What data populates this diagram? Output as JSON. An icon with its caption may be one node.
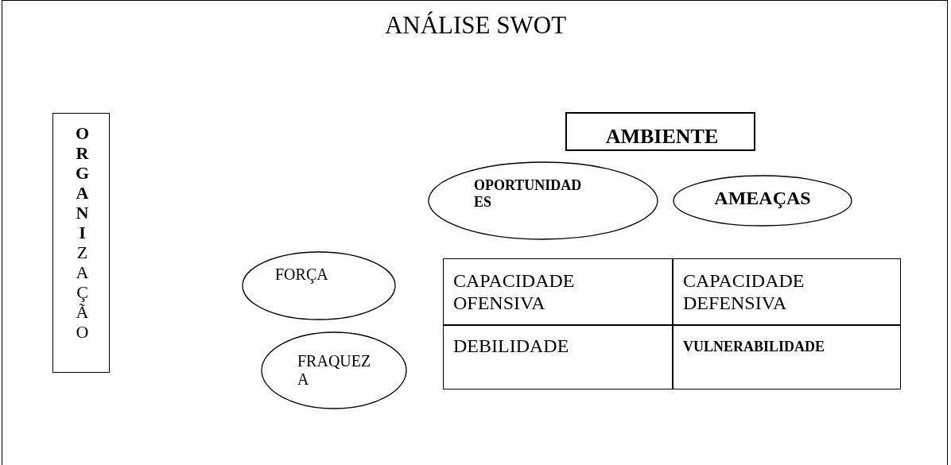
{
  "diagram": {
    "title": "ANÁLISE SWOT",
    "nodes": [
      {
        "text": [
          "**ORGANI**ZAÇÃO"
        ]
      },
      {
        "text": [
          "AMBIENTE"
        ]
      },
      {
        "text": [
          "OPORTUNIDADES"
        ]
      },
      {
        "text": [
          "AMEAÇAS"
        ]
      },
      {
        "text": [
          "FORÇA"
        ]
      },
      {
        "text": [
          "FRAQUEZA"
        ]
      },
      {
        "text": [
          "CAPACIDADE OFENSIVA"
        ]
      },
      {
        "text": [
          "CAPACIDADE DEFENSIVA"
        ]
      },
      {
        "text": [
          "DEBILIDADE"
        ]
      },
      {
        "text": [
          "VULNERABILIDADE"
        ]
      }
    ]
  }
}
